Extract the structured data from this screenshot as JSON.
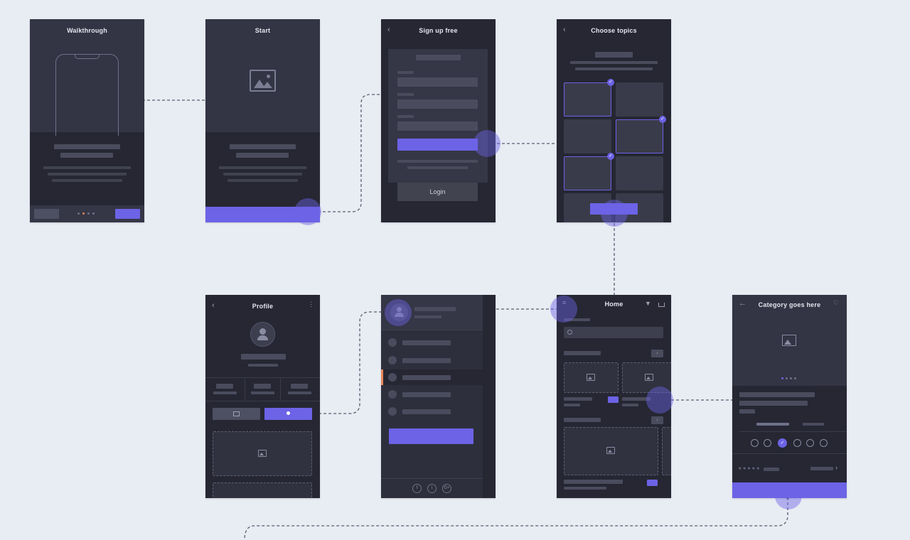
{
  "screens": {
    "walkthrough": {
      "title": "Walkthrough"
    },
    "start": {
      "title": "Start"
    },
    "signup": {
      "title": "Sign up free",
      "login_label": "Login"
    },
    "topics": {
      "title": "Choose topics"
    },
    "profile": {
      "title": "Profile"
    },
    "menu": {
      "social": [
        "f",
        "t",
        "G+"
      ]
    },
    "home": {
      "title": "Home"
    },
    "category": {
      "title": "Category goes here"
    }
  },
  "colors": {
    "accent": "#6c63e6",
    "screen_bg": "#262733",
    "canvas_bg": "#e8ecf3",
    "highlight": "#e8855a"
  },
  "icons": [
    "back-arrow-icon",
    "image-placeholder-icon",
    "check-icon",
    "menu-icon",
    "filter-icon",
    "basket-icon",
    "heart-icon",
    "search-icon",
    "user-icon",
    "mail-icon",
    "more-icon",
    "star-icon"
  ]
}
